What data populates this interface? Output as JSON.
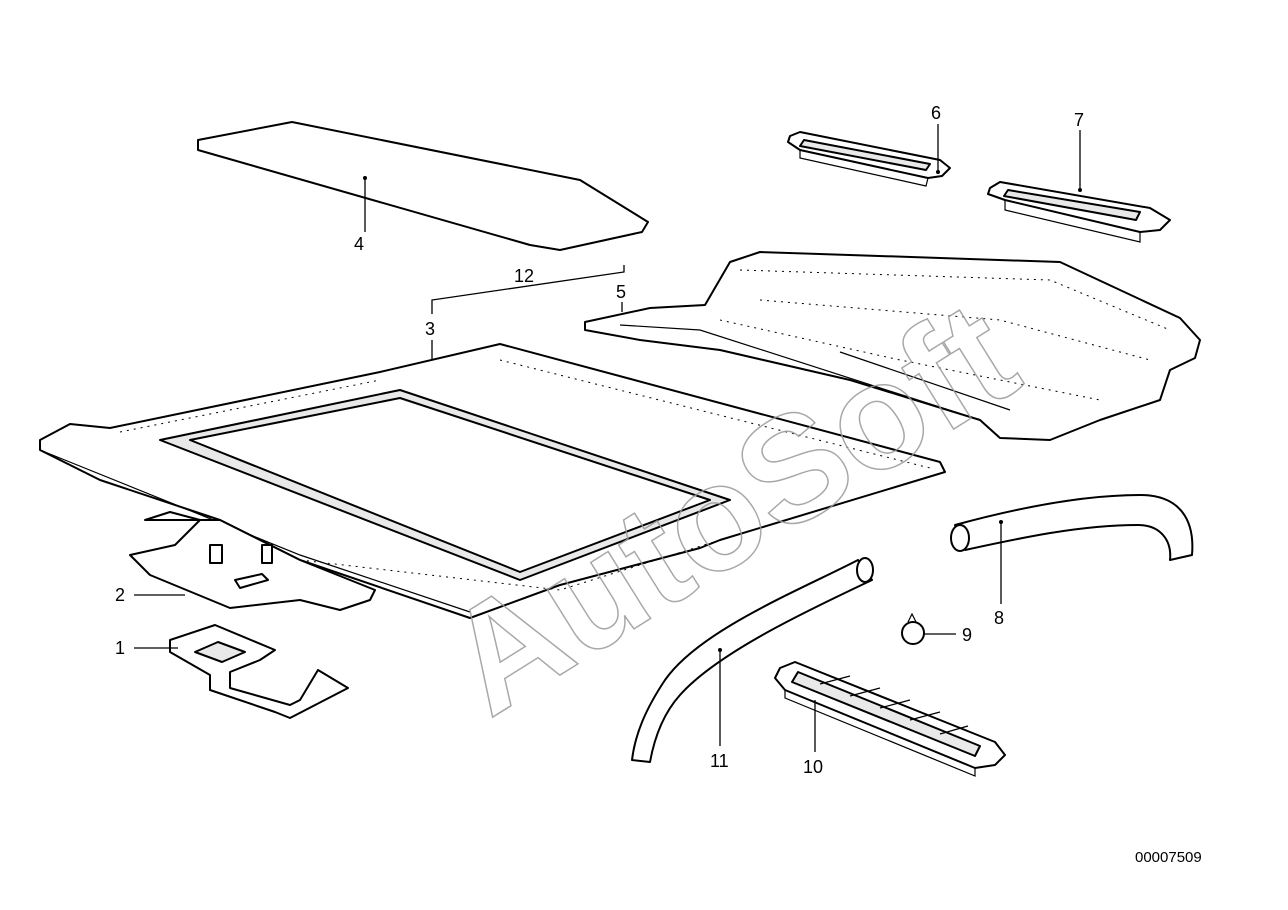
{
  "callouts": {
    "c1": "1",
    "c2": "2",
    "c3": "3",
    "c4": "4",
    "c5": "5",
    "c6": "6",
    "c7": "7",
    "c8": "8",
    "c9": "9",
    "c10": "10",
    "c11": "11",
    "c12": "12"
  },
  "document_number": "00007509",
  "watermark": "AutoSoft"
}
